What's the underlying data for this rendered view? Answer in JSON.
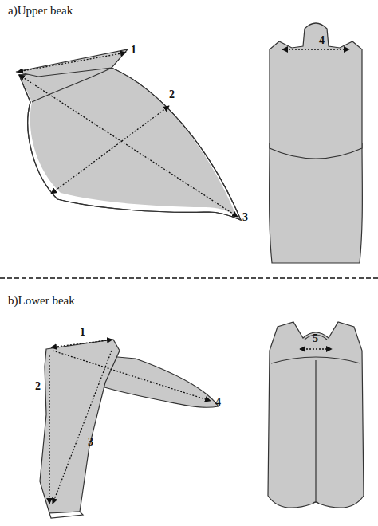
{
  "diagram": {
    "labels": [
      "a)Upper beak",
      "1",
      "2",
      "3",
      "4",
      "b)Lower beak",
      "1",
      "2",
      "3",
      "4",
      "5"
    ]
  }
}
